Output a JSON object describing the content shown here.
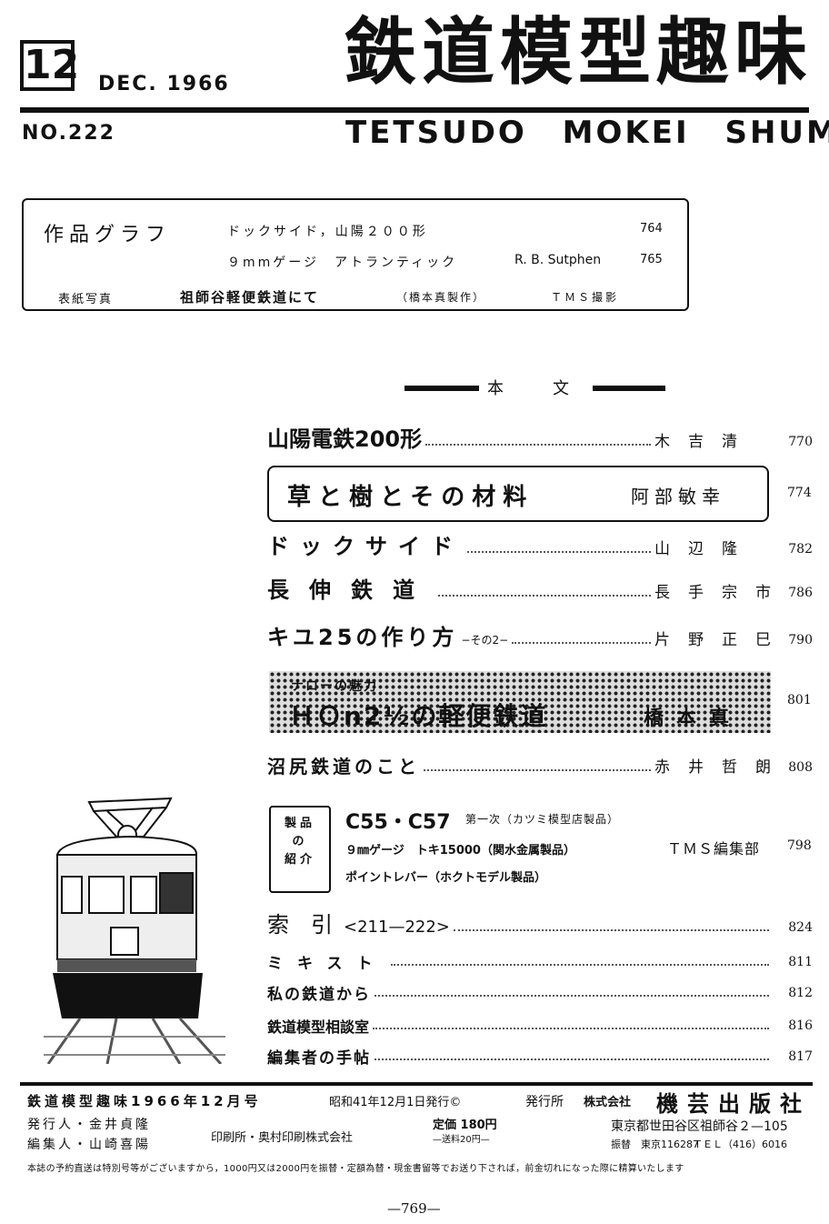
{
  "masthead": {
    "issue": "12",
    "date": "DEC. 1966",
    "title_jp": "鉄道模型趣味",
    "number": "NO.222",
    "title_en": "TETSUDO MOKEI SHUMI"
  },
  "graph": {
    "label": "作品グラフ",
    "items": [
      {
        "title": "ドックサイド，山陽２００形",
        "author": "",
        "page": "764"
      },
      {
        "title": "９mmゲージ　アトランティック",
        "author": "R. B. Sutphen",
        "page": "765"
      }
    ],
    "cover_label": "表紙写真",
    "cover_title": "祖師谷軽便鉄道にて",
    "cover_maker": "（橋本真製作）",
    "cover_photo": "ＴＭＳ撮影"
  },
  "honbun": "本　　　文",
  "toc": [
    {
      "title": "山陽電鉄200形",
      "sub": "",
      "author": "木吉清",
      "page": "770"
    },
    {
      "title": "ドックサイド",
      "sub": "",
      "author": "山辺隆",
      "page": "782"
    },
    {
      "title": "長伸鉄道",
      "sub": "",
      "author": "長手宗市",
      "page": "786"
    },
    {
      "title": "キユ25の作り方",
      "sub": "−その2−",
      "author": "片野正巳",
      "page": "790"
    },
    {
      "title": "沼尻鉄道のこと",
      "sub": "",
      "author": "赤井哲朗",
      "page": "808"
    }
  ],
  "feature": {
    "title": "草と樹とその材料",
    "author": "阿部敏幸",
    "page": "774"
  },
  "narrow": {
    "kicker": "ナローの魅力",
    "title": "ＨＯn2½の軽便鉄道",
    "author": "橋本真",
    "page": "801"
  },
  "products": {
    "label": [
      "製",
      "品",
      "の",
      "紹",
      "介"
    ],
    "line1": "C55・C57",
    "line1_note": "第一次（カツミ模型店製品）",
    "line2": "９㎜ゲージ　トキ15000（関水金属製品）",
    "line3": "ポイントレバー（ホクトモデル製品）",
    "author": "ＴＭＳ編集部",
    "page": "798"
  },
  "toc2": [
    {
      "title": "索　引",
      "sub": "<211—222>",
      "page": "824"
    },
    {
      "title": "ミキスト",
      "sub": "",
      "page": "811"
    },
    {
      "title": "私の鉄道から",
      "sub": "",
      "page": "812"
    },
    {
      "title": "鉄道模型相談室",
      "sub": "",
      "page": "816"
    },
    {
      "title": "編集者の手帖",
      "sub": "",
      "page": "817"
    }
  ],
  "footer": {
    "issue_line": "鉄道模型趣味1966年12月号",
    "issued": "昭和41年12月1日発行©",
    "publisher_label": "発行所",
    "publisher_kind": "株式会社",
    "publisher_name": "機芸出版社",
    "issuer": "発行人・金井貞隆",
    "editor": "編集人・山崎喜陽",
    "printer": "印刷所・奥村印刷株式会社",
    "price": "定価 180円",
    "postage": "—送料20円—",
    "address": "東京都世田谷区祖師谷２—105",
    "account": "振替　東京116287",
    "tel": "ＴＥＬ（416）6016",
    "note": "本誌の予約直送は特別号等がございますから，1000円又は2000円を振替・定額為替・現金書留等でお送り下されば，前金切れになった際に精算いたします"
  },
  "page_number": "—769—"
}
